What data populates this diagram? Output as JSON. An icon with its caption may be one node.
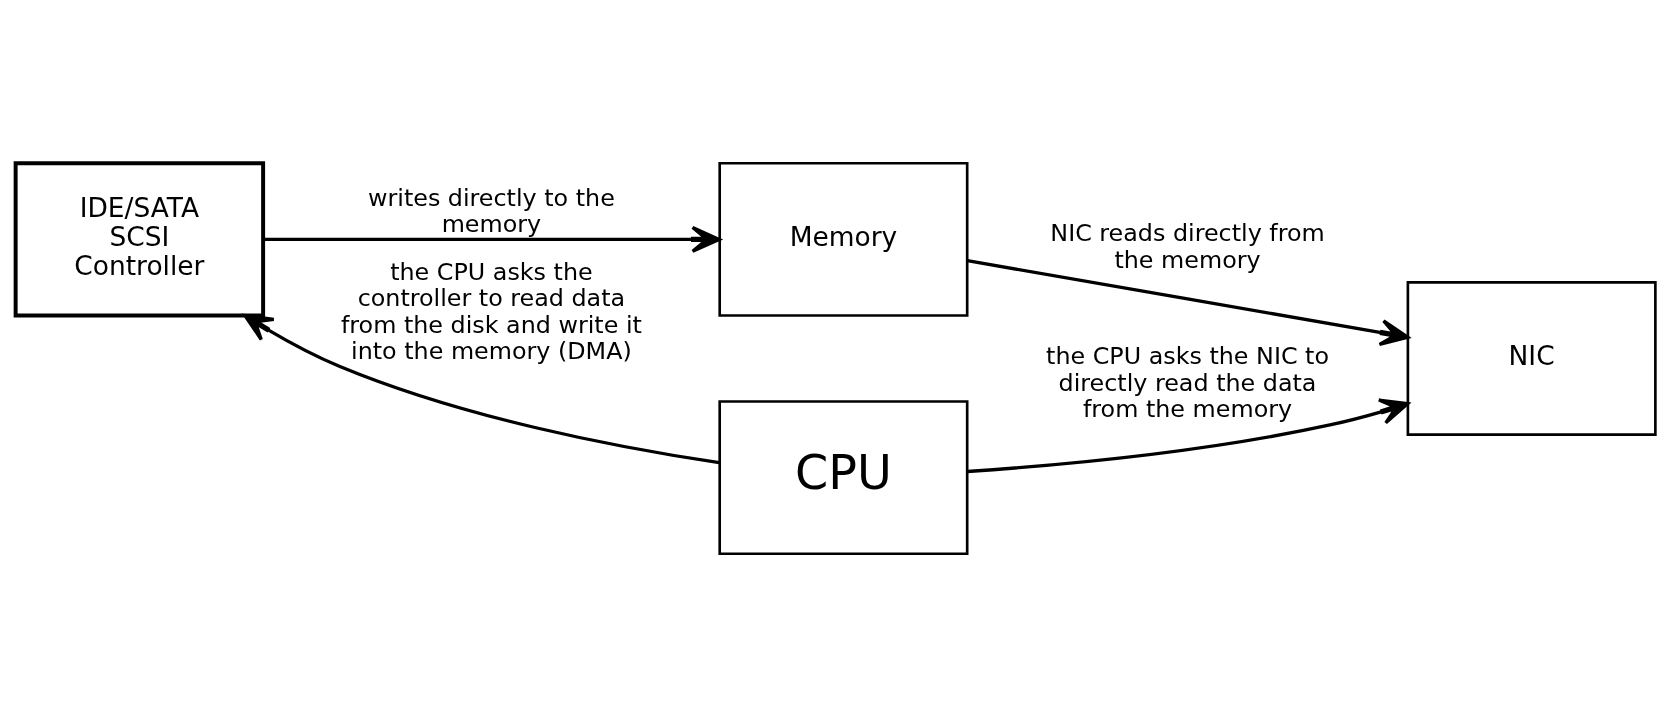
{
  "diagram": {
    "nodes": [
      {
        "text": [
          "IDE/SATA SCSI Controller"
        ]
      },
      {
        "text": [
          "Memory"
        ]
      },
      {
        "text": [
          "NIC"
        ]
      },
      {
        "text": [
          "CPU"
        ]
      }
    ],
    "edges": [
      {
        "from": 0,
        "to": 1,
        "arrow": "to",
        "label": "writes directly to the memory"
      },
      {
        "from": 1,
        "to": 2,
        "arrow": "to",
        "label": "NIC reads directly from the memory"
      },
      {
        "from": 3,
        "to": 0,
        "arrow": "to",
        "label": "the CPU asks the controller to read data from the disk and write it into the memory (DMA)"
      },
      {
        "from": 3,
        "to": 2,
        "arrow": "to",
        "label": "the CPU asks the NIC to directly read the data from the memory"
      }
    ]
  }
}
